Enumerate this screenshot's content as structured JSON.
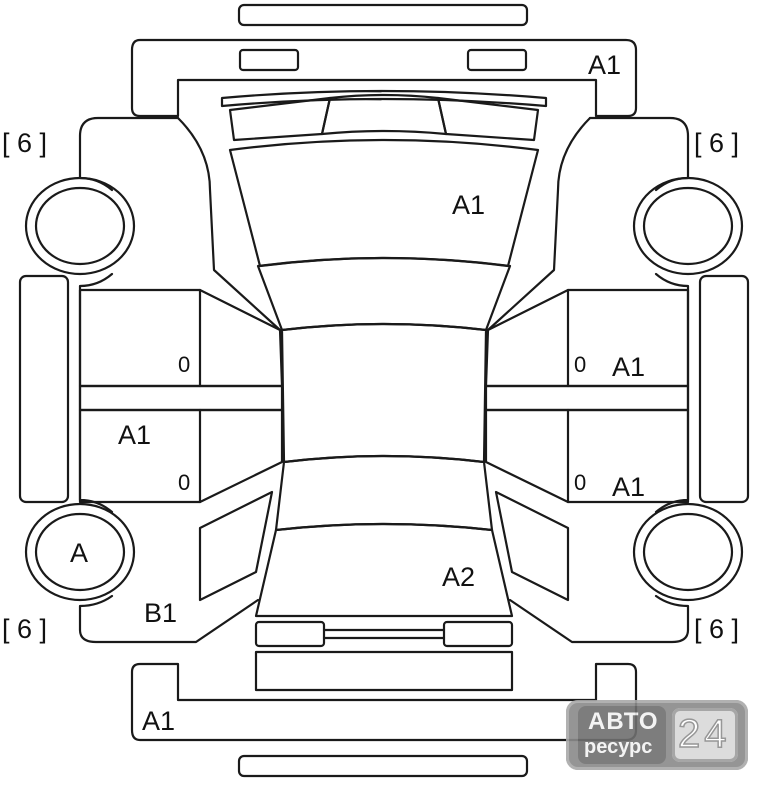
{
  "labels": {
    "front_bumper": "A1",
    "hood": "A1",
    "right_front_door": "A1",
    "right_rear_door": "A1",
    "left_front_door": "A1",
    "left_rear_wheel": "A",
    "left_rear_quarter": "B1",
    "trunk": "A2",
    "rear_bumper": "A1",
    "front_left_door_panel": "0",
    "rear_left_door_panel": "0",
    "front_right_door_panel": "0",
    "rear_right_door_panel": "0",
    "tire_front_left": "[ 6 ]",
    "tire_front_right": "[ 6 ]",
    "tire_rear_left": "[ 6 ]",
    "tire_rear_right": "[ 6 ]"
  },
  "watermark": {
    "word_top": "АВТО",
    "word_bottom": "ресурс",
    "number": "24"
  },
  "colors": {
    "line": "#1a1a1a",
    "background": "#ffffff",
    "watermark": "#8a8a8a"
  }
}
